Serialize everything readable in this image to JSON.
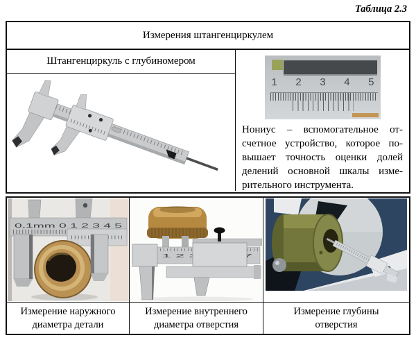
{
  "page": {
    "label": "Таблица 2.3"
  },
  "colors": {
    "border": "#111111",
    "steel_grey": "#c6c8ca",
    "brass": "#b5893f",
    "olive_part": "#73773b",
    "render_background": "#2d4560"
  },
  "table_main": {
    "title": "Измерения штангенциркулем",
    "left": {
      "header": "Штангенциркуль с глубиномером",
      "image": "vernier-caliper-with-depth-gauge-photo"
    },
    "right": {
      "vernier_image": {
        "name": "vernier-scale-closeup-photo",
        "scale_numbers": [
          "1",
          "2",
          "3",
          "4",
          "5"
        ]
      },
      "description_lines": [
        "Нониус – вспомогательное от-",
        "счетное устройство, которое по-",
        "вышает точность оценки долей",
        "делений основной шкалы изме-",
        "рительного инструмента."
      ]
    }
  },
  "table_examples": {
    "cells": [
      {
        "image": "outside-diameter-measurement-photo",
        "scale_label": "0,1mm 0 1 2 3 4 5",
        "caption_lines": [
          "Измерение наружного",
          "диаметра детали"
        ]
      },
      {
        "image": "inside-diameter-measurement-photo",
        "scale_label": "0 1 2 3 4 5 6 7",
        "caption_lines": [
          "Измерение внутреннего",
          "диаметра отверстия"
        ]
      },
      {
        "image": "hole-depth-measurement-render",
        "caption_lines": [
          "Измерение глубины",
          "отверстия"
        ]
      }
    ]
  }
}
